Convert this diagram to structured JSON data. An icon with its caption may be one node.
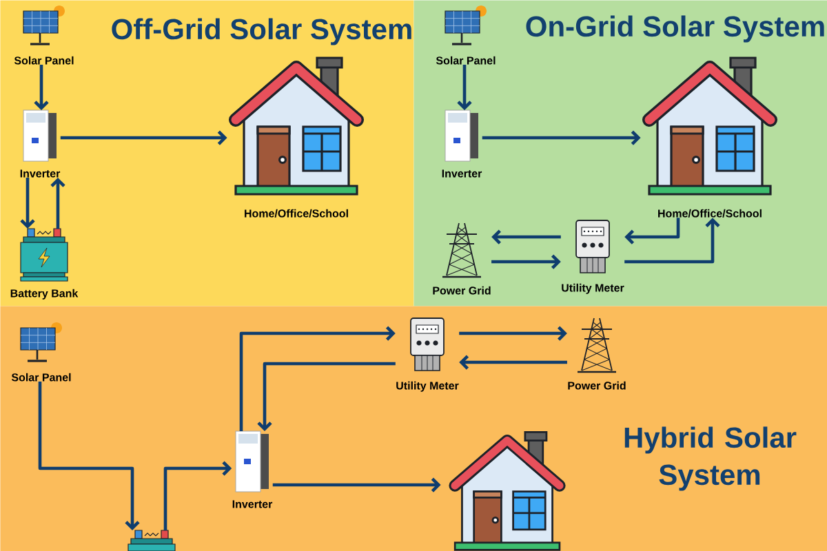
{
  "diagram": {
    "nodes": [
      {
        "text": [
          "Off-Grid Solar System"
        ]
      },
      {
        "text": [
          "Solar Panel"
        ],
        "in": 0
      },
      {
        "text": [
          "Inverter"
        ],
        "in": 0
      },
      {
        "text": [
          "Home/Office/School"
        ],
        "in": 0
      },
      {
        "text": [
          "Battery Bank"
        ],
        "in": 0
      },
      {
        "text": [
          "On-Grid Solar System"
        ]
      },
      {
        "text": [
          "Solar Panel"
        ],
        "in": 5
      },
      {
        "text": [
          "Inverter"
        ],
        "in": 5
      },
      {
        "text": [
          "Home/Office/School"
        ],
        "in": 5
      },
      {
        "text": [
          "Power Grid"
        ],
        "in": 5
      },
      {
        "text": [
          "Utility Meter"
        ],
        "in": 5
      },
      {
        "text": [
          "Hybrid Solar System"
        ]
      },
      {
        "text": [
          "Solar Panel"
        ],
        "in": 11
      },
      {
        "text": [
          "Utility Meter"
        ],
        "in": 11
      },
      {
        "text": [
          "Power Grid"
        ],
        "in": 11
      },
      {
        "text": [
          "Inverter"
        ],
        "in": 11
      },
      {
        "text": [],
        "shape": "picture",
        "in": 11
      },
      {
        "text": [],
        "shape": "picture",
        "in": 11
      }
    ],
    "edges": [
      {
        "from": 1,
        "to": 2,
        "arrow": "to"
      },
      {
        "from": 2,
        "to": 3,
        "arrow": "to"
      },
      {
        "from": 2,
        "to": 4,
        "arrow": "to"
      },
      {
        "from": 4,
        "to": 2,
        "arrow": "to"
      },
      {
        "from": 6,
        "to": 7,
        "arrow": "to"
      },
      {
        "from": 7,
        "to": 8,
        "arrow": "to"
      },
      {
        "from": 8,
        "to": 10,
        "arrow": "to"
      },
      {
        "from": 10,
        "to": 9,
        "arrow": "to"
      },
      {
        "from": 9,
        "to": 10,
        "arrow": "to"
      },
      {
        "from": 10,
        "to": 8,
        "arrow": "to"
      },
      {
        "from": 12,
        "to": 16,
        "arrow": "to"
      },
      {
        "from": 16,
        "to": 15,
        "arrow": "to"
      },
      {
        "from": 15,
        "to": 13,
        "arrow": "to"
      },
      {
        "from": 13,
        "to": 15,
        "arrow": "to"
      },
      {
        "from": 13,
        "to": 14,
        "arrow": "to"
      },
      {
        "from": 14,
        "to": 13,
        "arrow": "to"
      },
      {
        "from": 15,
        "to": 17,
        "arrow": "to"
      }
    ]
  }
}
